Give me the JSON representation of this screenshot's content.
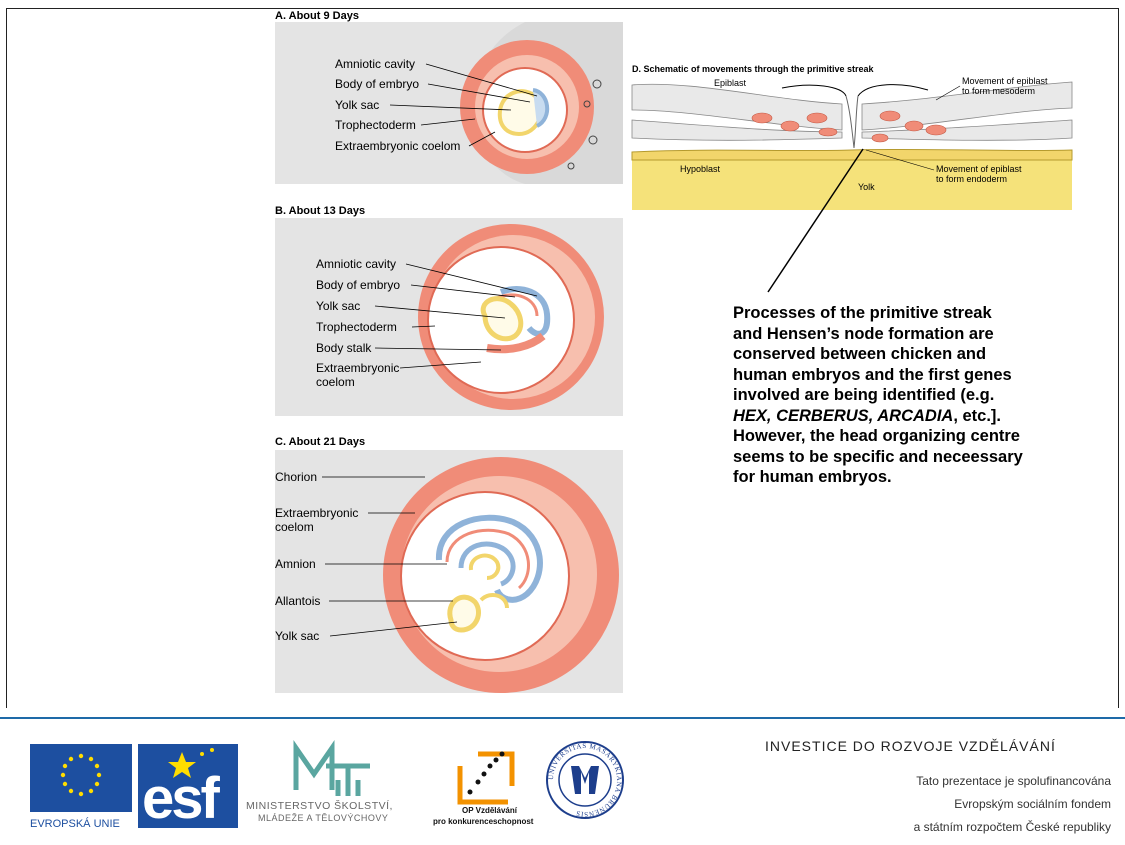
{
  "panels": {
    "a": {
      "title": "A.  About 9 Days",
      "labels": [
        "Amniotic cavity",
        "Body of embryo",
        "Yolk sac",
        "Trophectoderm",
        "Extraembryonic coelom"
      ]
    },
    "b": {
      "title": "B.  About 13 Days",
      "labels": [
        "Amniotic cavity",
        "Body of embryo",
        "Yolk sac",
        "Trophectoderm",
        "Body stalk",
        "Extraembryonic",
        "coelom"
      ]
    },
    "c": {
      "title": "C.  About 21 Days",
      "labels": [
        "Chorion",
        "Extraembryonic",
        "coelom",
        "Amnion",
        "Allantois",
        "Yolk sac"
      ]
    },
    "d": {
      "title": "D. Schematic of movements through the primitive streak",
      "labels": {
        "epiblast": "Epiblast",
        "mesoderm_1": "Movement of epiblast",
        "mesoderm_2": "to form mesoderm",
        "hypoblast": "Hypoblast",
        "endoderm_1": "Movement of epiblast",
        "endoderm_2": "to form endoderm",
        "yolk": "Yolk"
      }
    }
  },
  "callout": {
    "part1": "Processes of the primitive streak and Hensen’s node formation are conserved between chicken and human embryos  and the first genes involved are being identified (e.g. ",
    "genes": "HEX, CERBERUS, ARCADIA",
    "part2": ", etc.]. However, the head organizing centre seems to be specific and neceessary for human embryos."
  },
  "footer": {
    "heading": "INVESTICE DO ROZVOJE VZDĚLÁVÁNÍ",
    "lines": [
      "Tato prezentace je spolufinancována",
      "Evropským sociálním fondem",
      "a státním rozpočtem České republiky"
    ],
    "logos": {
      "eu": "EVROPSKÁ UNIE",
      "esf": "esf",
      "msmt_1": "MINISTERSTVO ŠKOLSTVÍ,",
      "msmt_2": "MLÁDEŽE A TĚLOVÝCHOVY",
      "op_1": "OP Vzdělávání",
      "op_2": "pro konkurenceschopnost",
      "muni_ring": "UNIVERSITAS MASARYKIANA BRUNENSIS"
    }
  },
  "colors": {
    "tissue": "#f08c78",
    "tissue_light": "#f7bfae",
    "yolk_yellow": "#f2d56b",
    "amnion_blue": "#8fb3d9",
    "panel_grey": "#e4e4e4",
    "eu_blue": "#1d4fa0",
    "footer_rule": "#1e6aa8"
  }
}
